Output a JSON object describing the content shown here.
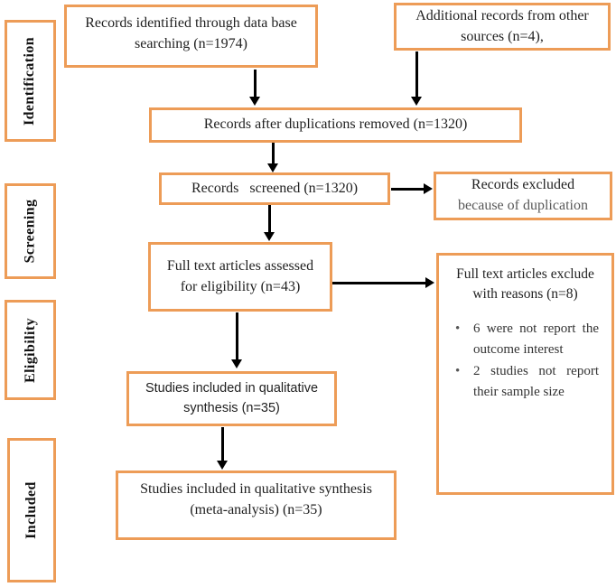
{
  "palette": {
    "accent_border": "#ED9C57",
    "text": "#1f1f1f",
    "muted_text": "#595959",
    "arrow": "#000000"
  },
  "sidebar": {
    "items": [
      {
        "label": "Identification"
      },
      {
        "label": "Screening"
      },
      {
        "label": "Eligibility"
      },
      {
        "label": "Included"
      }
    ]
  },
  "flow": {
    "identified": "Records identified through data base\nsearching (n=1974)",
    "additional": "Additional records from other\nsources (n=4),",
    "deduplicated": "Records after duplications removed (n=1320)",
    "screened": "Records   screened (n=1320)",
    "excluded_title": "Records excluded",
    "excluded_sub": "because of duplication",
    "fulltext": "Full text articles assessed\nfor eligibility (n=43)",
    "fulltext_excluded_title": "Full text articles exclude\nwith reasons (n=8)",
    "fulltext_excluded_bullets": [
      "6 were not report the outcome interest",
      "2 studies not report their sample size"
    ],
    "qualitative": "Studies included in qualitative\nsynthesis (n=35)",
    "meta_analysis": "Studies included in qualitative synthesis\n(meta-analysis) (n=35)"
  }
}
